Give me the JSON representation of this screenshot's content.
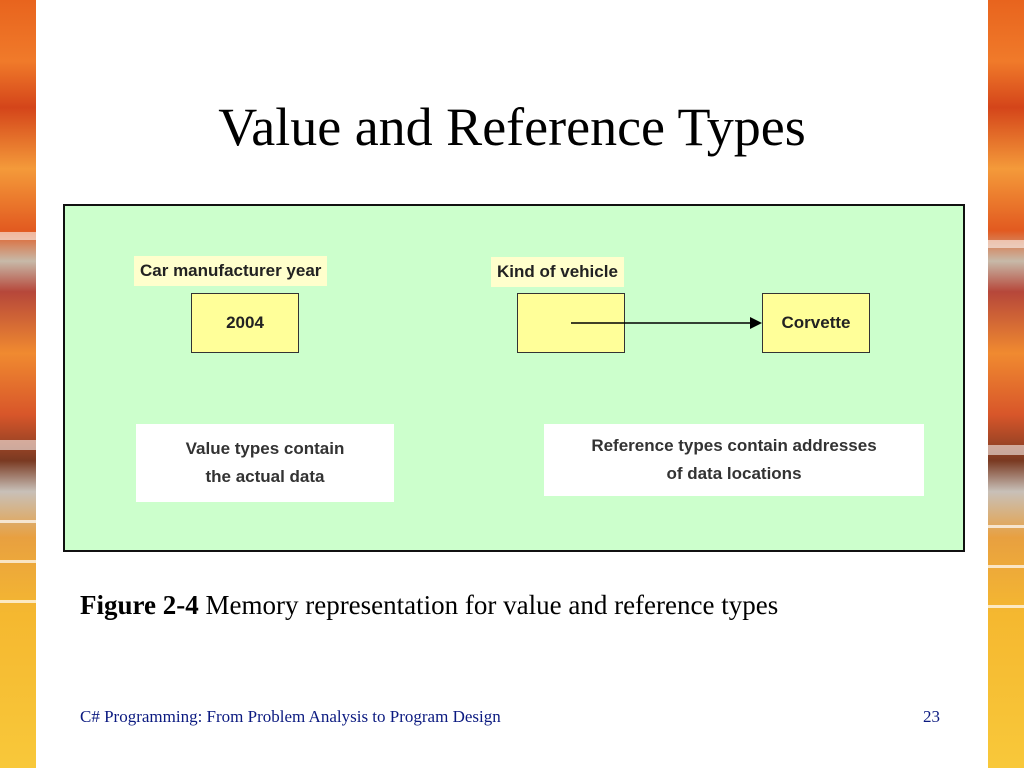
{
  "slide": {
    "title": "Value and Reference Types",
    "caption_bold": "Figure 2-4",
    "caption_text": " Memory representation for value and reference types",
    "footer_course": "C# Programming: From Problem Analysis to Program Design",
    "page_number": "23"
  },
  "diagram": {
    "value_label": "Car manufacturer year",
    "value_cell": "2004",
    "reference_label": "Kind of vehicle",
    "reference_cell": "",
    "referenced_cell": "Corvette",
    "value_note_line1": "Value types contain",
    "value_note_line2": "the actual data",
    "reference_note_line1": "Reference types contain addresses",
    "reference_note_line2": "of data locations"
  },
  "colors": {
    "figure_background": "#ccffcc",
    "label_background": "#ffffcc",
    "cell_background": "#ffff99",
    "footer_text": "#0b1a80"
  }
}
